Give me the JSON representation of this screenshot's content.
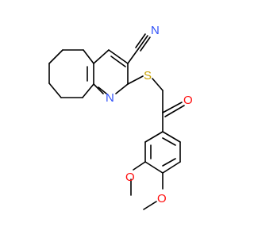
{
  "molecule": {
    "atoms": {
      "nitrile_n": "N",
      "ring_n": "N",
      "sulfur": "S",
      "carbonyl_o": "O",
      "methoxy_o_upper": "O",
      "methoxy_o_lower": "O"
    }
  },
  "colors": {
    "bond": "#000000",
    "nitrogen": "#3050F8",
    "sulfur": "#C8A000",
    "oxygen": "#FF0D0D"
  }
}
